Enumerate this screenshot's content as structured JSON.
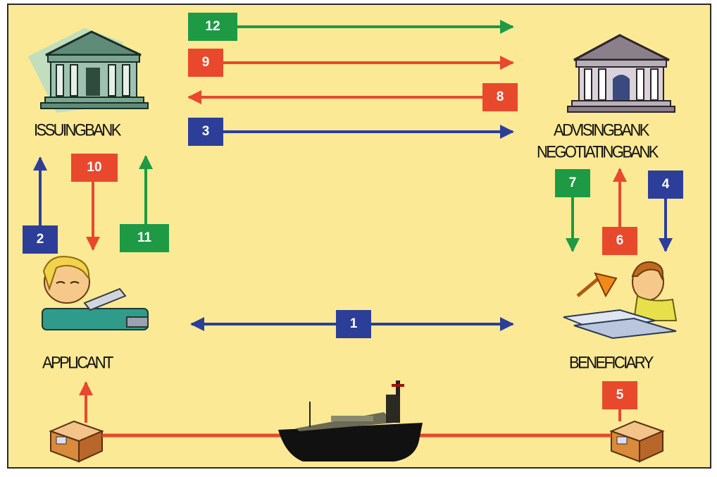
{
  "colors": {
    "background": "#fbe995",
    "red": "#e8492d",
    "blue": "#2d3e99",
    "green": "#1e9a45",
    "border": "#2a2a2a"
  },
  "labels": {
    "issuing_bank": "ISSUINGBANK",
    "advising_bank": "ADVISINGBANK",
    "negotiating_bank": "NEGOTIATINGBANK",
    "applicant": "APPLICANT",
    "beneficiary": "BENEFICIARY"
  },
  "steps": {
    "s1": "1",
    "s2": "2",
    "s3": "3",
    "s4": "4",
    "s5": "5",
    "s6": "6",
    "s7": "7",
    "s8": "8",
    "s9": "9",
    "s10": "10",
    "s11": "11",
    "s12": "12"
  },
  "icons": [
    "bank-building-icon",
    "person-at-desk-icon",
    "cargo-box-icon",
    "cargo-ship-icon"
  ]
}
